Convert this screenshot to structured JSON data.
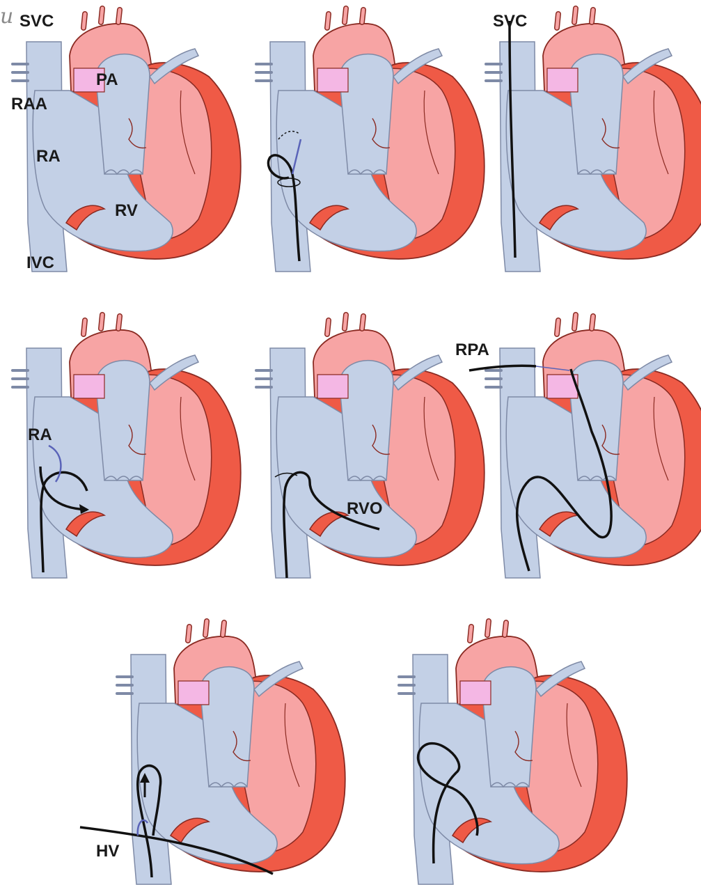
{
  "corner_mark": "u",
  "colors": {
    "blood": "#c3d0e6",
    "blood_stroke": "#7e8aa6",
    "myocardium_outer": "#ef5a46",
    "myocardium_inner": "#f7a4a4",
    "outline": "#8a2a22",
    "valve": "#f4b7e4",
    "catheter": "#111111",
    "catheter_blue": "#5a63b8"
  },
  "panels": [
    {
      "id": "p1",
      "labels": [
        {
          "key": "svc",
          "text": "SVC"
        },
        {
          "key": "pa",
          "text": "PA"
        },
        {
          "key": "raa",
          "text": "RAA"
        },
        {
          "key": "ra",
          "text": "RA"
        },
        {
          "key": "rv",
          "text": "RV"
        },
        {
          "key": "ivc",
          "text": "IVC"
        }
      ]
    },
    {
      "id": "p2",
      "labels": []
    },
    {
      "id": "p3",
      "labels": [
        {
          "key": "svc",
          "text": "SVC"
        }
      ]
    },
    {
      "id": "p4",
      "labels": [
        {
          "key": "ra",
          "text": "RA"
        }
      ]
    },
    {
      "id": "p5",
      "labels": [
        {
          "key": "rvo",
          "text": "RVO"
        }
      ]
    },
    {
      "id": "p6",
      "labels": [
        {
          "key": "rpa",
          "text": "RPA"
        }
      ]
    },
    {
      "id": "p7",
      "labels": [
        {
          "key": "hv",
          "text": "HV"
        }
      ]
    },
    {
      "id": "p8",
      "labels": []
    }
  ]
}
